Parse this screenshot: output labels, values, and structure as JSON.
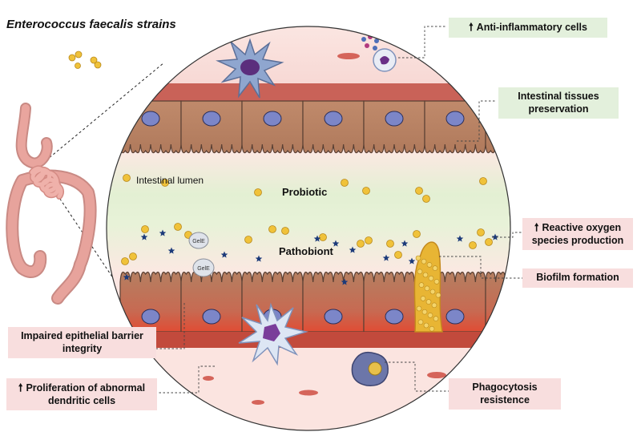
{
  "title": "Enterococcus faecalis strains",
  "labels": {
    "anti_inflammatory": "Anti-inflammatory cells",
    "tissue_preservation": "Intestinal tissues preservation",
    "ros": "Reactive oxygen species production",
    "biofilm": "Biofilm formation",
    "impaired_barrier": "Impaired epithelial barrier integrity",
    "dendritic": "Proliferation of abnormal dendritic cells",
    "phagocytosis": "Phagocytosis resistence"
  },
  "regions": {
    "lumen": "Intestinal lumen",
    "probiotic": "Probiotic",
    "pathobiont": "Pathobiont"
  },
  "gele": [
    "GelE",
    "GelE"
  ],
  "arrow_glyph": "🠕",
  "colors": {
    "cell": "#b98061",
    "cell_outline": "#5a4034",
    "nucleus": "#7c86c8",
    "band_top": "#c96258",
    "tissue_pink": "#fbe3e0",
    "lumen_green": "#e6f1d6",
    "bacteria": "#f0c23a",
    "intestine": "#e7a39c",
    "dendritic": "#8fa6cf",
    "star": "#1d3b7a"
  }
}
